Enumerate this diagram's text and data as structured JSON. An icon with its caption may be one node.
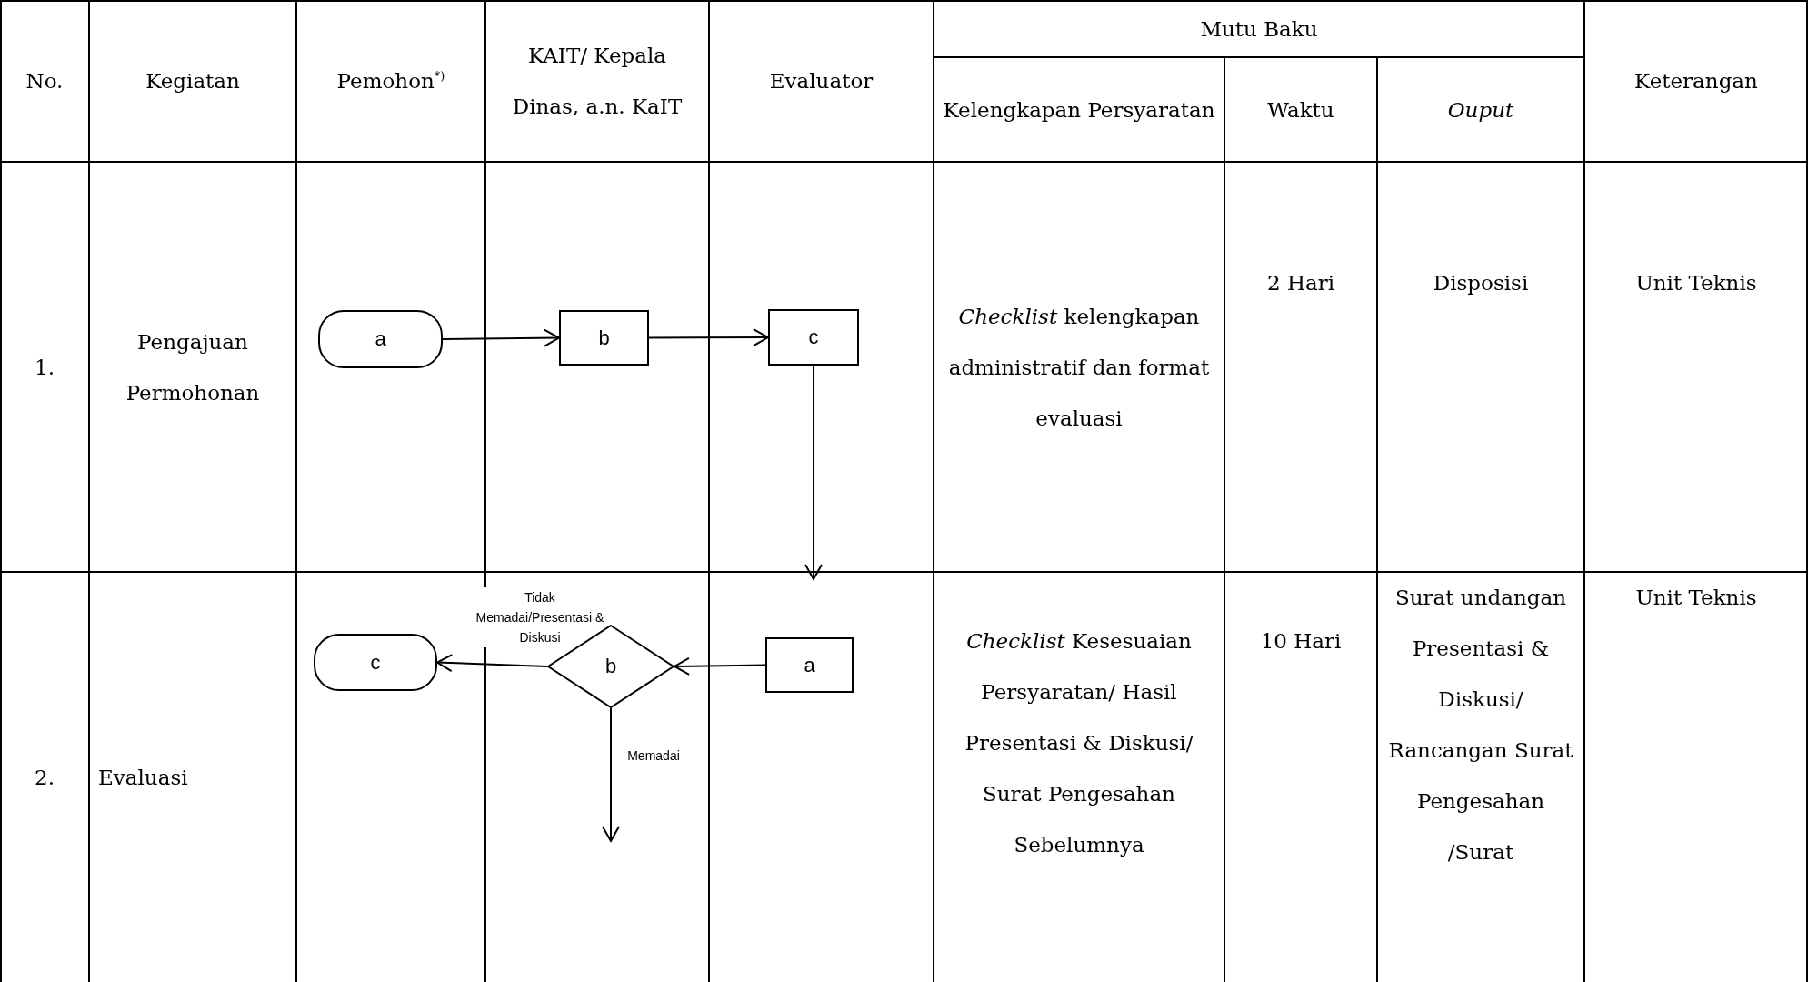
{
  "diagram": {
    "nodes": [
      {
        "text": [
          "a"
        ]
      },
      {
        "text": [
          "b"
        ]
      },
      {
        "text": [
          "c"
        ]
      },
      {
        "text": [
          "c"
        ]
      },
      {
        "text": [
          "b"
        ]
      },
      {
        "text": [
          "a"
        ]
      }
    ],
    "edges": [
      {
        "from": 0,
        "to": 1,
        "arrow": "to"
      },
      {
        "from": 1,
        "to": 2,
        "arrow": "to"
      },
      {
        "from": 2,
        "to": null,
        "arrow": "to"
      },
      {
        "from": 5,
        "to": 4,
        "arrow": "to"
      },
      {
        "from": 4,
        "to": 3,
        "arrow": "to",
        "label": "Tidak Memadai/Presentasi & Diskusi"
      },
      {
        "from": 4,
        "to": null,
        "arrow": "to",
        "label": "Memadai"
      }
    ],
    "labels": [
      "No.",
      "Kegiatan",
      "Pemohon$^{*)}$",
      "KAIT/ Kepala Dinas, a.n. KaIT",
      "Evaluator",
      "Mutu Baku",
      "Keterangan",
      "Kelengkapan Persyaratan",
      "Waktu",
      "Ouput",
      "1.",
      "Pengajuan Permohonan",
      "*Checklist* kelengkapan administratif dan format evaluasi",
      "2 Hari",
      "Disposisi",
      "Unit Teknis",
      "2.",
      "Evaluasi",
      "*Checklist* Kesesuaian Persyaratan/ Hasil Presentasi & Diskusi/ Surat Pengesahan Sebelumnya",
      "10 Hari",
      "Surat undangan Presentasi & Diskusi/ Rancangan Surat Pengesahan /Surat",
      "Unit Teknis"
    ]
  }
}
